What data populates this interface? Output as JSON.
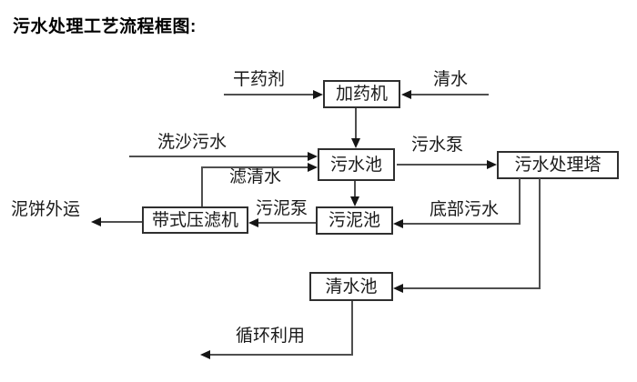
{
  "title": "污水处理工艺流程框图:",
  "nodes": {
    "dosing_machine": "加药机",
    "sewage_pool": "污水池",
    "sewage_treatment_tower": "污水处理塔",
    "belt_filter_press": "带式压滤机",
    "sludge_pool": "污泥池",
    "clean_water_pool": "清水池"
  },
  "flow_labels": {
    "dry_chemical": "干药剂",
    "clean_water": "清水",
    "sand_washing_sewage": "洗沙污水",
    "sewage_pump": "污水泵",
    "filtered_water": "滤清水",
    "mud_cake_outbound": "泥饼外运",
    "sludge_pump": "污泥泵",
    "bottom_sewage": "底部污水",
    "recycling_use": "循环利用"
  },
  "colors": {
    "line": "#4f4f4f",
    "box_border": "#2f2f2f",
    "arrow": "#151515",
    "text": "#1a1a1a",
    "background": "#ffffff"
  }
}
